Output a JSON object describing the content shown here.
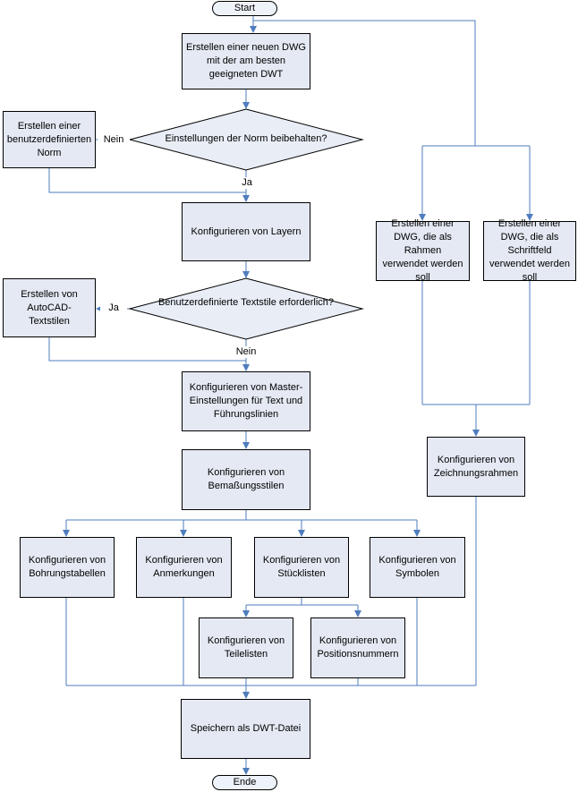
{
  "diagram": {
    "type": "flowchart",
    "language": "de",
    "nodes": {
      "start": {
        "label": "Start",
        "shape": "terminator"
      },
      "create_dwg": {
        "label": "Erstellen einer neuen DWG mit der am besten geeigneten DWT",
        "shape": "process"
      },
      "decision_norm": {
        "label": "Einstellungen der Norm beibehalten?",
        "shape": "decision"
      },
      "custom_norm": {
        "label": "Erstellen einer benutzerdefinierten Norm",
        "shape": "process"
      },
      "layers": {
        "label": "Konfigurieren von Layern",
        "shape": "process"
      },
      "dwg_rahmen": {
        "label": "Erstellen einer DWG, die als Rahmen verwendet werden soll",
        "shape": "process"
      },
      "dwg_schriftfeld": {
        "label": "Erstellen einer DWG, die als Schriftfeld verwendet werden soll",
        "shape": "process"
      },
      "decision_textstile": {
        "label": "Benutzerdefinierte Textstile erforderlich?",
        "shape": "decision"
      },
      "autocad_textstile": {
        "label": "Erstellen von AutoCAD-Textstilen",
        "shape": "process"
      },
      "master_text": {
        "label": "Konfigurieren von Master-Einstellungen für Text und Führungslinien",
        "shape": "process"
      },
      "bemassung": {
        "label": "Konfigurieren von Bemaßungsstilen",
        "shape": "process"
      },
      "zeichnungsrahmen": {
        "label": "Konfigurieren von Zeichnungsrahmen",
        "shape": "process"
      },
      "bohrungstabellen": {
        "label": "Konfigurieren von Bohrungstabellen",
        "shape": "process"
      },
      "anmerkungen": {
        "label": "Konfigurieren von Anmerkungen",
        "shape": "process"
      },
      "stuecklisten": {
        "label": "Konfigurieren von Stücklisten",
        "shape": "process"
      },
      "symbolen": {
        "label": "Konfigurieren von Symbolen",
        "shape": "process"
      },
      "teilelisten": {
        "label": "Konfigurieren von Teilelisten",
        "shape": "process"
      },
      "positionsnummern": {
        "label": "Konfigurieren von Positionsnummern",
        "shape": "process"
      },
      "speichern": {
        "label": "Speichern als DWT-Datei",
        "shape": "process"
      },
      "ende": {
        "label": "Ende",
        "shape": "terminator"
      }
    },
    "edge_labels": {
      "norm_nein": "Nein",
      "norm_ja": "Ja",
      "textstile_ja": "Ja",
      "textstile_nein": "Nein"
    },
    "colors": {
      "background": "#ffffff",
      "node_fill": "#e4e9f3",
      "terminator_fill": "#eef2f9",
      "node_border": "#000000",
      "connector": "#4f7dbd",
      "text": "#000000"
    }
  }
}
